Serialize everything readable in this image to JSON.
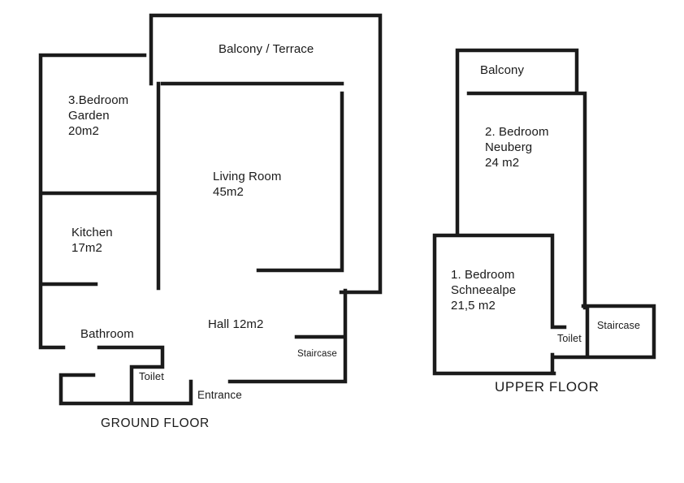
{
  "document": {
    "type": "floor-plan",
    "floors": 2
  },
  "colors": {
    "wall": "#1b1b1b",
    "text": "#1a1a1a",
    "background": "#ffffff"
  },
  "ground_floor": {
    "title": "GROUND FLOOR",
    "rooms": {
      "balcony_terrace": "Balcony / Terrace",
      "bedroom_garden": "3.Bedroom\nGarden\n20m2",
      "living_room": "Living Room\n45m2",
      "kitchen": "Kitchen\n17m2",
      "bathroom": "Bathroom",
      "hall": "Hall 12m2",
      "staircase": "Staircase",
      "toilet": "Toilet",
      "entrance": "Entrance"
    }
  },
  "upper_floor": {
    "title": "UPPER FLOOR",
    "rooms": {
      "balcony": "Balcony",
      "bedroom_neuberg": "2. Bedroom\nNeuberg\n24 m2",
      "bedroom_schneealpe": "1. Bedroom\nSchneealpe\n21,5 m2",
      "toilet": "Toilet",
      "staircase": "Staircase"
    }
  }
}
